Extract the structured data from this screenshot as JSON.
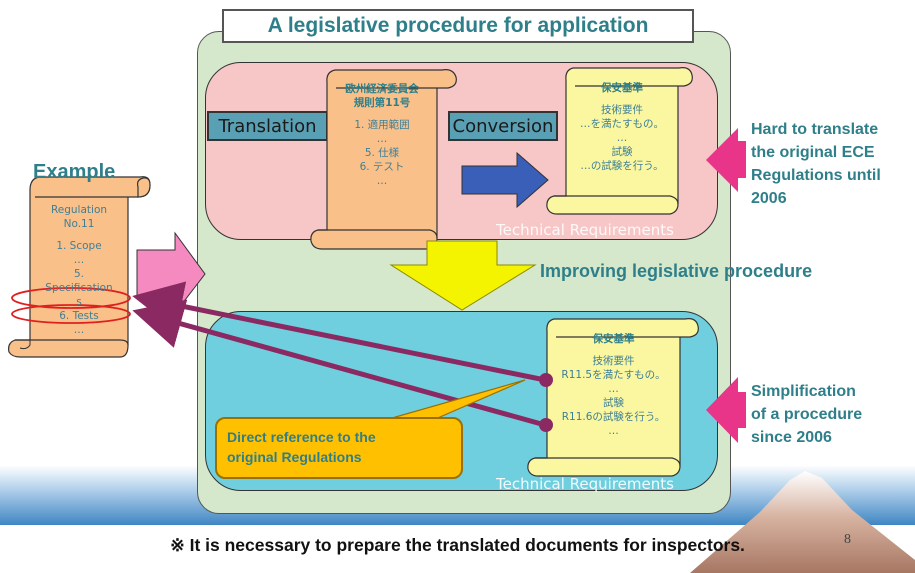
{
  "title": "A legislative procedure for application",
  "example_label": "Example",
  "translation_label": "Translation",
  "conversion_label": "Conversion",
  "improving_label": "Improving legislative procedure",
  "ece_scroll": {
    "lines": [
      "欧州経済委員会",
      "規則第11号",
      "",
      "1. 適用範囲",
      "…",
      "5. 仕様",
      "6. テスト",
      "…"
    ]
  },
  "safety_top": {
    "lines": [
      "保安基準",
      "",
      "技術要件",
      "…を満たすもの。",
      "…",
      "試験",
      "…の試験を行う。"
    ]
  },
  "safety_bottom": {
    "lines": [
      "保安基準",
      "",
      "技術要件",
      "R11.5を満たすもの。",
      "…",
      "試験",
      "R11.6の試験を行う。",
      "…"
    ]
  },
  "example_scroll": {
    "lines": [
      "Regulation",
      "No.11",
      "",
      "1. Scope",
      "…",
      "5.",
      "Specification",
      "s",
      "6. Tests",
      "…"
    ]
  },
  "tech_req_top": "Technical Requirements",
  "tech_req_bottom": "Technical Requirements",
  "right_note_top": [
    "Hard to translate",
    "the original ECE",
    "Regulations until",
    "2006"
  ],
  "right_note_bottom": [
    "Simplification",
    "of a procedure",
    "since 2006"
  ],
  "callout": [
    "Direct reference to the",
    "original Regulations"
  ],
  "footer_note": "※ It is necessary to prepare the translated documents for inspectors.",
  "page_number": "8",
  "colors": {
    "accent_teal": "#2f7f8a",
    "pink_panel": "#f7c6c6",
    "cyan_panel": "#6fcfdf",
    "green_panel": "#d5e8cc",
    "scroll_orange": "#f9c08a",
    "scroll_yellow": "#fbf7a0",
    "arrow_pink": "#f06aa8",
    "arrow_yellow": "#f4f400",
    "arrow_blue": "#3a5fb8",
    "link_purple": "#8b2a62",
    "callout_orange": "#ffc000"
  }
}
